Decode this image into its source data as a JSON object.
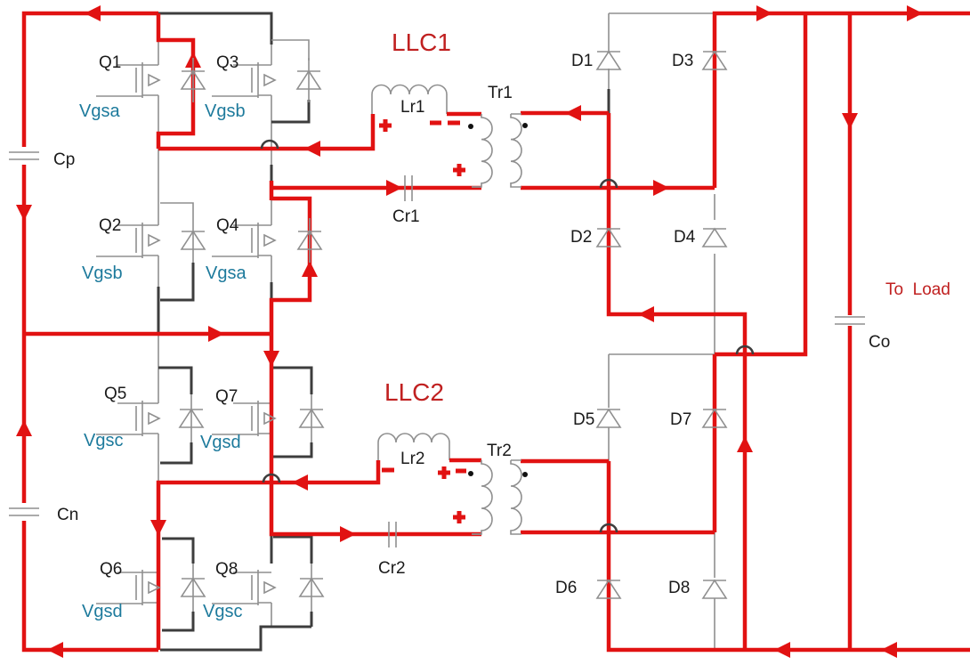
{
  "circuit": {
    "stages": {
      "llc1": "LLC1",
      "llc2": "LLC2"
    },
    "output_label": "To  Load",
    "switches": {
      "q1": "Q1",
      "q2": "Q2",
      "q3": "Q3",
      "q4": "Q4",
      "q5": "Q5",
      "q6": "Q6",
      "q7": "Q7",
      "q8": "Q8"
    },
    "gates": {
      "q1": "Vgsa",
      "q3": "Vgsb",
      "q2": "Vgsb",
      "q4": "Vgsa",
      "q5": "Vgsc",
      "q7": "Vgsd",
      "q6": "Vgsd",
      "q8": "Vgsc"
    },
    "diodes": {
      "d1": "D1",
      "d2": "D2",
      "d3": "D3",
      "d4": "D4",
      "d5": "D5",
      "d6": "D6",
      "d7": "D7",
      "d8": "D8"
    },
    "passives": {
      "cp": "Cp",
      "cn": "Cn",
      "co": "Co",
      "cr1": "Cr1",
      "cr2": "Cr2",
      "lr1": "Lr1",
      "lr2": "Lr2"
    },
    "transformers": {
      "tr1": "Tr1",
      "tr2": "Tr2"
    },
    "colors": {
      "current_path": "#e11212",
      "wire": "#8f8f8f",
      "wire_dark": "#3d3d3d",
      "gate_label": "#1d7a9c",
      "component_label": "#1a1a1a",
      "stage_label": "#c02020"
    }
  }
}
